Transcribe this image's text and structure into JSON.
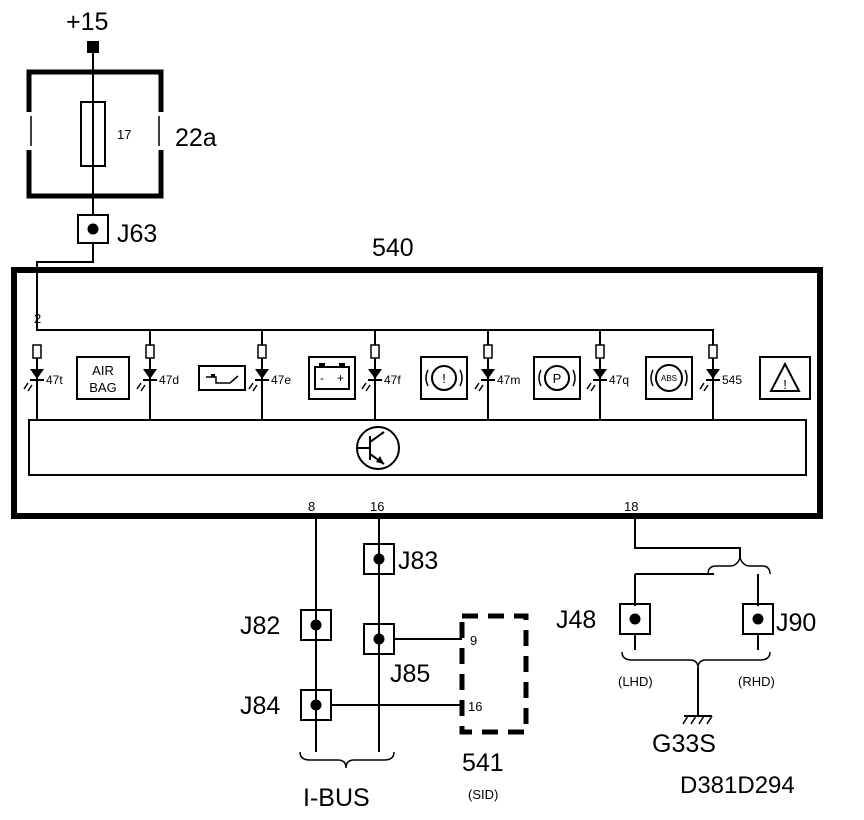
{
  "supply": {
    "label": "+15"
  },
  "fuse_box": {
    "label": "22a",
    "fuse_number": "17"
  },
  "connectors": {
    "j63": "J63",
    "j83": "J83",
    "j82": "J82",
    "j85": "J85",
    "j84": "J84",
    "j48": "J48",
    "j90": "J90"
  },
  "module_540": {
    "label": "540",
    "feed_pin": "2",
    "pins": {
      "p8": "8",
      "p16": "16",
      "p18": "18"
    },
    "lamps": [
      {
        "id": "47t",
        "symbol": "AIR BAG",
        "symbol_line1": "AIR",
        "symbol_line2": "BAG"
      },
      {
        "id": "47d",
        "symbol": "oil-can-icon"
      },
      {
        "id": "47e",
        "symbol": "battery-icon",
        "minus": "-",
        "plus": "+"
      },
      {
        "id": "47f",
        "symbol": "brake-circle-icon",
        "glyph": "!"
      },
      {
        "id": "47m",
        "symbol": "parking-brake-icon",
        "glyph": "P"
      },
      {
        "id": "47q",
        "symbol": "abs-icon",
        "glyph": "ABS"
      },
      {
        "id": "545",
        "symbol": "warning-triangle-icon",
        "glyph": "!"
      }
    ]
  },
  "module_541": {
    "label": "541",
    "sublabel": "(SID)",
    "pin_top": "9",
    "pin_bottom": "16"
  },
  "bus": {
    "label": "I-BUS"
  },
  "ground": {
    "label": "G33S",
    "lhd": "(LHD)",
    "rhd": "(RHD)"
  },
  "diagram_id": "D381D294"
}
